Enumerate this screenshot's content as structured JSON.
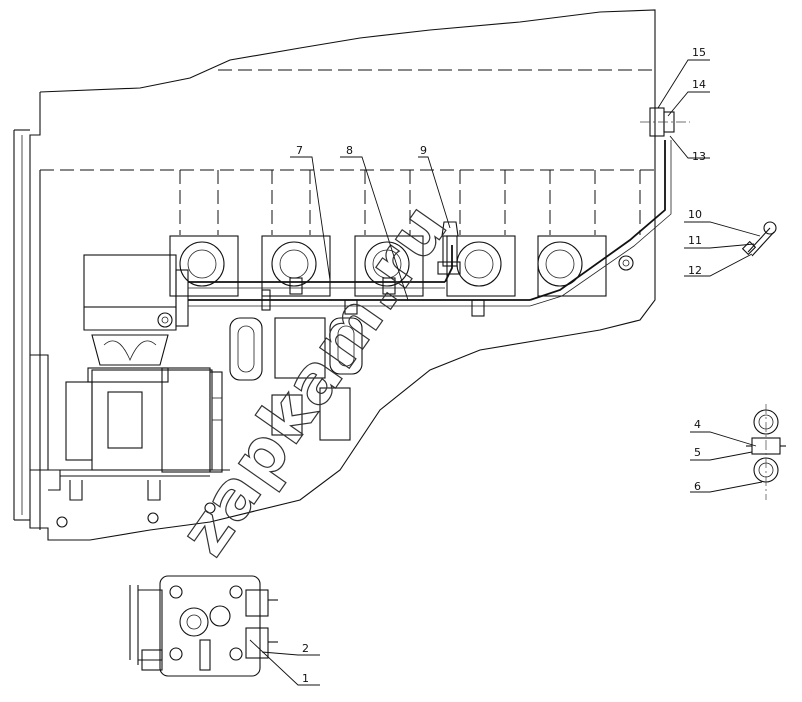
{
  "corner_mark": "",
  "watermark": "zapkam.ru",
  "callouts": [
    {
      "id": "c15",
      "text": "15"
    },
    {
      "id": "c14",
      "text": "14"
    },
    {
      "id": "c13",
      "text": "13"
    },
    {
      "id": "c7",
      "text": "7"
    },
    {
      "id": "c8",
      "text": "8"
    },
    {
      "id": "c9",
      "text": "9"
    },
    {
      "id": "c10",
      "text": "10"
    },
    {
      "id": "c11",
      "text": "11"
    },
    {
      "id": "c12",
      "text": "12"
    },
    {
      "id": "c4",
      "text": "4"
    },
    {
      "id": "c5",
      "text": "5"
    },
    {
      "id": "c6",
      "text": "6"
    },
    {
      "id": "c2",
      "text": "2"
    },
    {
      "id": "c1",
      "text": "1"
    }
  ]
}
